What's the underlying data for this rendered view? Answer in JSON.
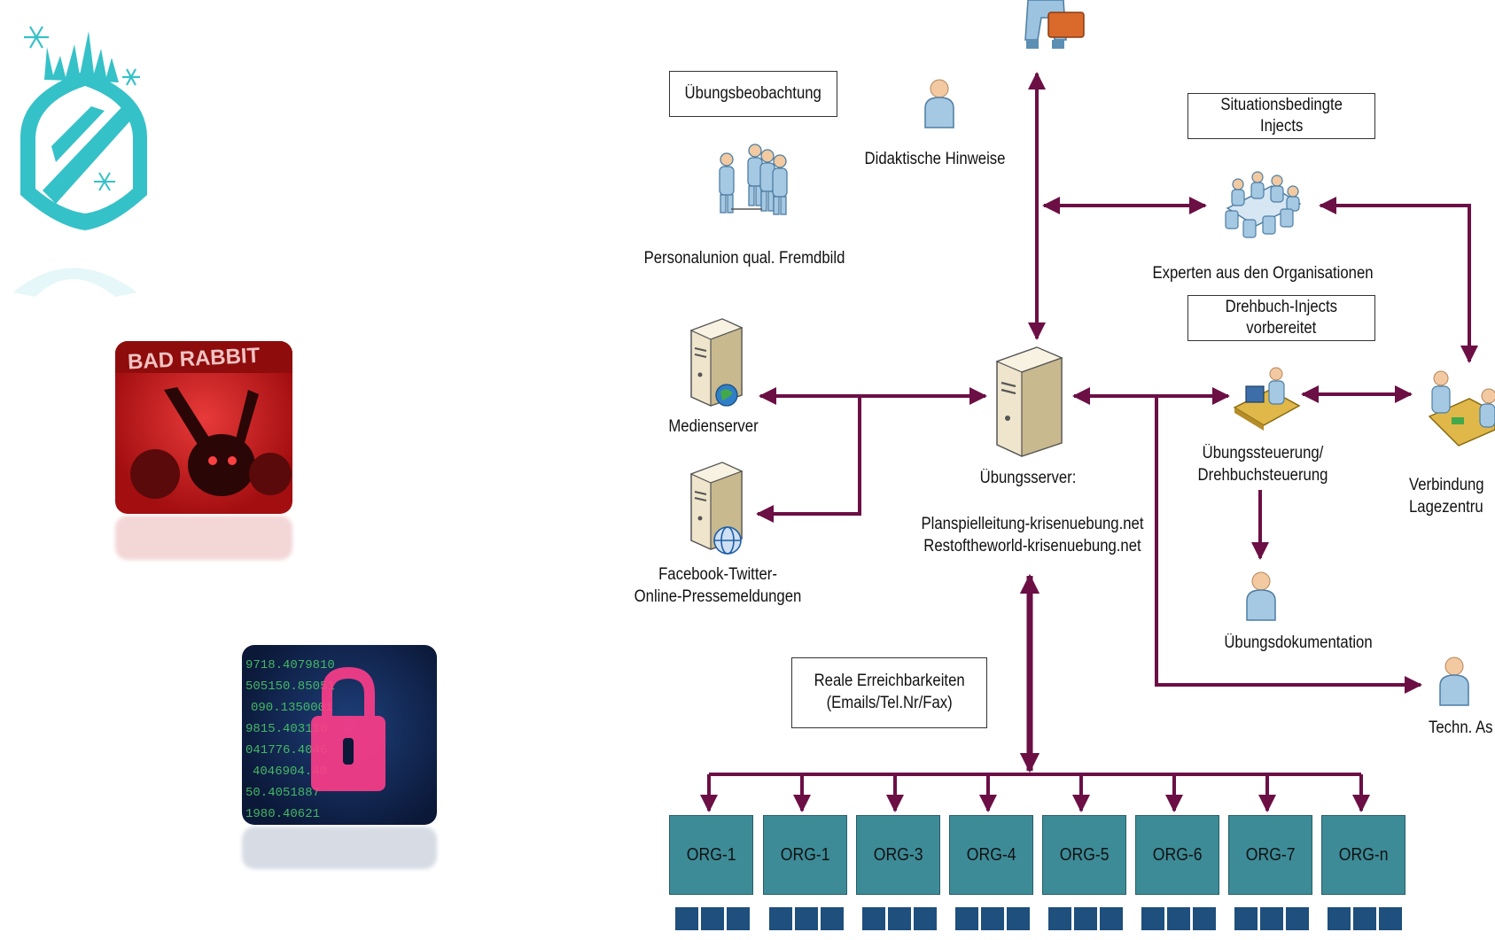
{
  "colors": {
    "arrow": "#6b0f45",
    "org_fill": "#3d8b97",
    "org_squares": "#1e4f7d",
    "logo": "#35c1c8"
  },
  "thumbnails": {
    "ransomware_banner": "BAD RABBIT"
  },
  "diagram": {
    "boxes": {
      "observation": "Übungsbeobachtung",
      "situational_injects": "Situationsbedingte\nInjects",
      "script_injects": "Drehbuch-Injects\nvorbereitet",
      "real_contacts": "Reale Erreichbarkeiten\n(Emails/Tel.Nr/Fax)"
    },
    "labels": {
      "didactic": "Didaktische Hinweise",
      "personal_union": "Personalunion qual. Fremdbild",
      "experts": "Experten aus den Organisationen",
      "media_server": "Medienserver",
      "social_media": "Facebook-Twitter-\nOnline-Pressemeldungen",
      "exercise_server": "Übungsserver:",
      "server_urls": "Planspielleitung-krisenuebung.net\nRestoftheworld-krisenuebung.net",
      "control": "Übungssteuerung/\nDrehbuchsteuerung",
      "connection": "Verbindung\nLagezentru",
      "documentation": "Übungsdokumentation",
      "tech": "Techn. As"
    },
    "orgs": [
      "ORG-1",
      "ORG-1",
      "ORG-3",
      "ORG-4",
      "ORG-5",
      "ORG-6",
      "ORG-7",
      "ORG-n"
    ]
  }
}
